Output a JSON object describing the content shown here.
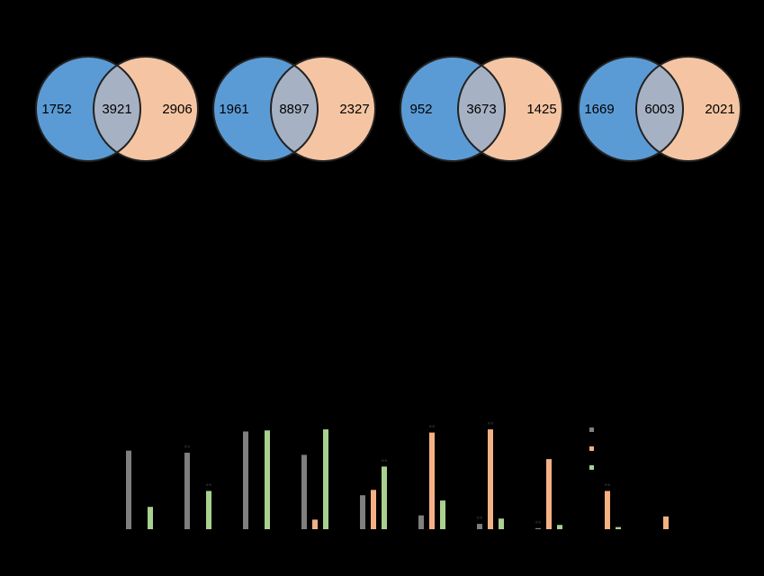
{
  "colors": {
    "background": "#000000",
    "set_a": "#5b9bd5",
    "set_b": "#f5c5a3",
    "overlap": "#a6b2c4",
    "outline": "#222222",
    "bar_gray": "#7f7f7f",
    "bar_orange": "#f4b183",
    "bar_green": "#a9d18e"
  },
  "chart_data": [
    {
      "type": "venn",
      "panels": [
        {
          "left_only": "1752",
          "overlap": "3921",
          "right_only": "2906"
        },
        {
          "left_only": "1961",
          "overlap": "8897",
          "right_only": "2327"
        },
        {
          "left_only": "952",
          "overlap": "3673",
          "right_only": "1425"
        },
        {
          "left_only": "1669",
          "overlap": "6003",
          "right_only": "2021"
        }
      ]
    },
    {
      "type": "bar",
      "title": "",
      "xlabel": "",
      "ylabel": "",
      "ylim": [
        0,
        1
      ],
      "grid": false,
      "categories": [
        "",
        "",
        "",
        "",
        "",
        "",
        "",
        "",
        "",
        ""
      ],
      "series": [
        {
          "color": "gray",
          "values": [
            0.74,
            0.72,
            0.92,
            0.7,
            0.32,
            0.13,
            0.05,
            0.01,
            0.0,
            0.0
          ]
        },
        {
          "color": "orange",
          "values": [
            0.0,
            0.0,
            0.0,
            0.09,
            0.37,
            0.91,
            0.94,
            0.66,
            0.36,
            0.12
          ]
        },
        {
          "color": "green",
          "values": [
            0.21,
            0.36,
            0.93,
            0.94,
            0.59,
            0.27,
            0.1,
            0.04,
            0.02,
            0.0
          ]
        }
      ],
      "annotations": [
        {
          "category": 1,
          "series": 0,
          "text": "**"
        },
        {
          "category": 1,
          "series": 2,
          "text": "**"
        },
        {
          "category": 4,
          "series": 2,
          "text": "**"
        },
        {
          "category": 5,
          "series": 1,
          "text": "**"
        },
        {
          "category": 6,
          "series": 1,
          "text": "**"
        },
        {
          "category": 6,
          "series": 0,
          "text": "**"
        },
        {
          "category": 7,
          "series": 0,
          "text": "**"
        },
        {
          "category": 8,
          "series": 1,
          "text": "**"
        }
      ]
    }
  ]
}
